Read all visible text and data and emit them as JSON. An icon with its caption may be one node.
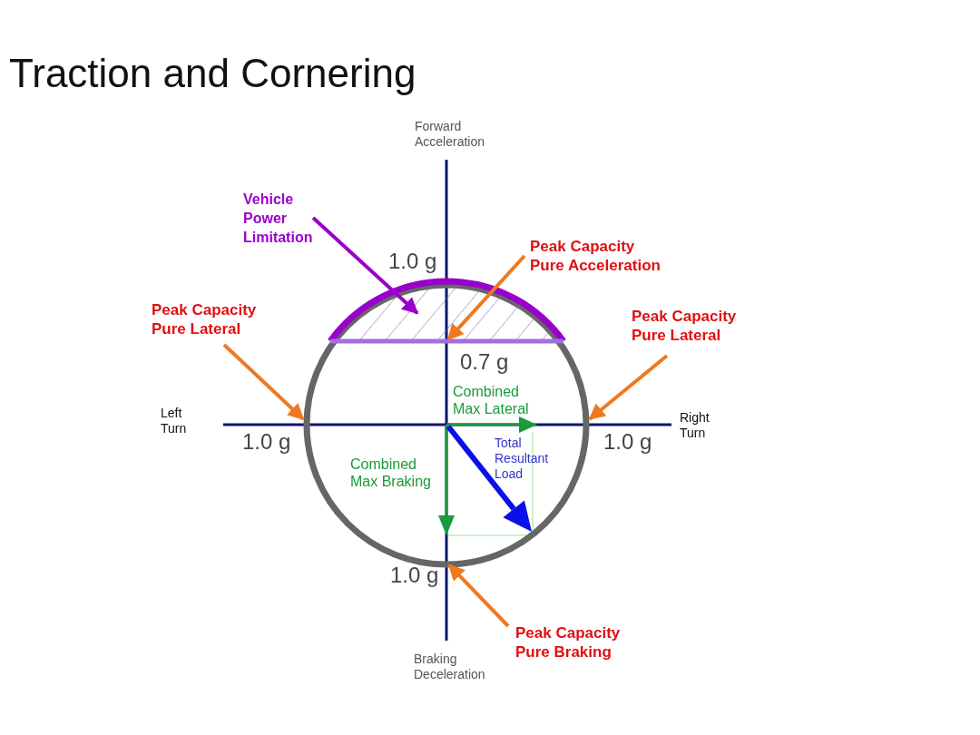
{
  "diagram": {
    "title": "Traction and Cornering",
    "nodes": [
      {
        "text": [
          "Vehicle Power Limitation"
        ]
      },
      {
        "text": [
          "Peak Capacity Pure Acceleration"
        ]
      },
      {
        "text": [
          "Peak Capacity Pure Lateral"
        ]
      },
      {
        "text": [],
        "shape": "segment",
        "in": 5
      },
      {
        "text": [
          "Peak Capacity Pure Lateral"
        ]
      },
      {
        "text": [],
        "shape": "circle"
      },
      {
        "text": [
          "Peak Capacity Pure Braking"
        ]
      }
    ],
    "edges": [
      {
        "from": 0,
        "to": 3,
        "arrow": "to",
        "color": "#9900cc"
      },
      {
        "from": 1,
        "to": 3,
        "arrow": "to"
      },
      {
        "from": 2,
        "to": 5,
        "arrow": "to"
      },
      {
        "from": 4,
        "to": 5,
        "arrow": "to"
      },
      {
        "from": 6,
        "to": 5,
        "arrow": "to"
      }
    ],
    "labels": [
      "Forward Acceleration",
      "1.0 g",
      "0.7 g",
      "Combined Max Lateral",
      "Left Turn",
      "Right Turn",
      "1.0 g",
      "1.0 g",
      "Total Resultant Load",
      "Combined Max Braking",
      "1.0 g",
      "Braking Deceleration"
    ]
  }
}
